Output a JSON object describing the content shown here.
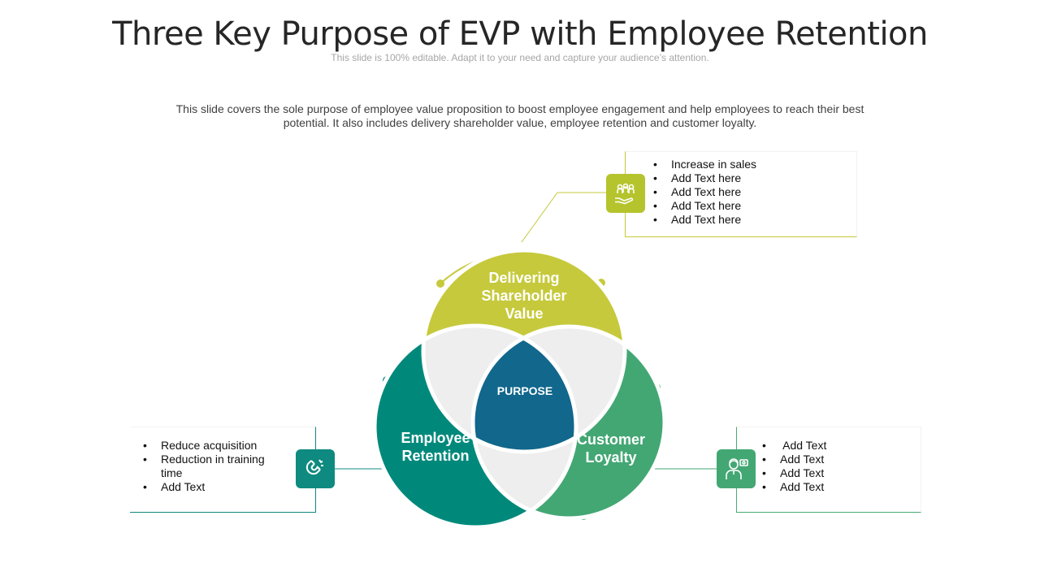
{
  "header": {
    "title": "Three Key Purpose of EVP with Employee Retention",
    "subtitle": "This slide is 100% editable. Adapt it to your need and capture your audience’s attention.",
    "description_line1": "This slide covers the sole purpose of employee value proposition to boost employee engagement and help employees to reach their best",
    "description_line2": "potential. It also includes delivery shareholder value, employee retention and customer loyalty."
  },
  "center": {
    "label": "PURPOSE"
  },
  "circles": {
    "top": {
      "line1": "Delivering",
      "line2": "Shareholder",
      "line3": "Value"
    },
    "left": {
      "line1": "Employee",
      "line2": "Retention"
    },
    "right": {
      "line1": "Customer",
      "line2": "Loyalty"
    }
  },
  "panels": {
    "top": {
      "items": [
        "Increase in sales",
        "Add Text here",
        "Add Text here",
        "Add Text here",
        "Add Text here"
      ]
    },
    "left": {
      "items": [
        "Reduce acquisition",
        "Reduction in training time",
        "Add Text"
      ]
    },
    "right": {
      "items": [
        " Add Text",
        "Add Text",
        "Add Text",
        "Add Text"
      ]
    }
  },
  "icons": {
    "top": "team-hand-icon",
    "left": "magnet-icon",
    "right": "employee-id-icon"
  },
  "colors": {
    "lime": "#c6c93b",
    "teal": "#00897b",
    "green": "#43a774",
    "center": "#11678c",
    "overlap": "#eeeeee"
  }
}
